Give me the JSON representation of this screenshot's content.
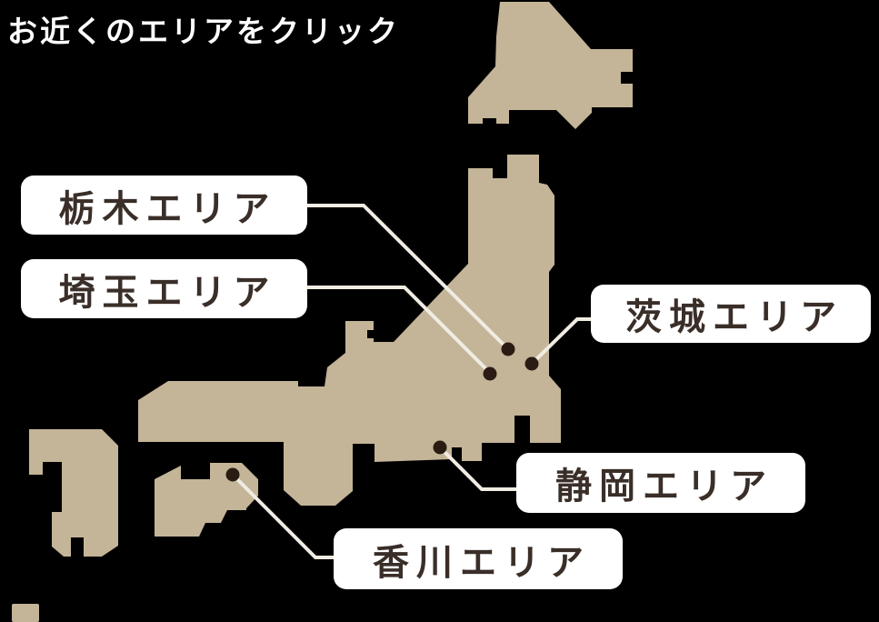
{
  "title": "お近くのエリアをクリック",
  "areas": [
    {
      "id": "tochigi",
      "label": "栃木エリア"
    },
    {
      "id": "saitama",
      "label": "埼玉エリア"
    },
    {
      "id": "ibaraki",
      "label": "茨城エリア"
    },
    {
      "id": "shizuoka",
      "label": "静岡エリア"
    },
    {
      "id": "kagawa",
      "label": "香川エリア"
    }
  ],
  "colors": {
    "background": "#000000",
    "map-fill": "#c4b498",
    "marker-dot": "#2b1c13",
    "connector-line": "#f0ece3",
    "label-bg": "#ffffff",
    "label-text": "#3a2e28",
    "title-text": "#ffffff"
  }
}
